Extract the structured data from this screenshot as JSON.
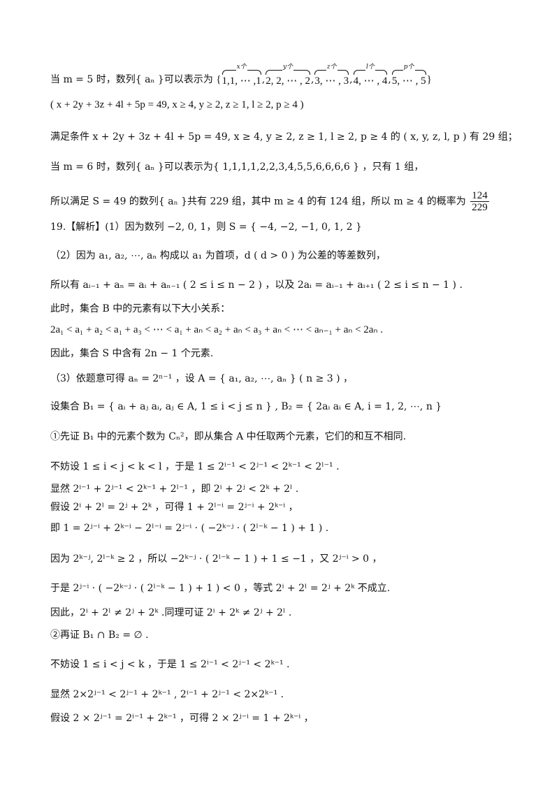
{
  "lines": [
    {
      "id": "l1a",
      "text": "当 m = 5 时，数列{ aₙ }可以表示为"
    },
    {
      "id": "l1b",
      "text": "{"
    },
    {
      "id": "l1c",
      "text": "}"
    },
    {
      "id": "l2",
      "text": "( x + 2y + 3z + 4l + 5p = 49, x ≥ 4, y ≥ 2, z ≥ 1, l ≥ 2, p ≥ 4 )"
    },
    {
      "id": "l3",
      "text": "满足条件 x + 2y + 3z + 4l + 5p = 49, x ≥ 4, y ≥ 2, z ≥ 1, l ≥ 2, p ≥ 4 的 ( x, y, z, l, p ) 有 29 组；"
    },
    {
      "id": "l4",
      "text": "当 m = 6 时，数列{ aₙ }可以表示为{ 1,1,1,1,2,2,3,4,5,5,6,6,6,6 } ，只有 1 组，"
    },
    {
      "id": "l5",
      "text": "所以满足 S = 49 的数列{ aₙ }共有 229 组，其中 m ≥ 4 的有 124 组，所以 m ≥ 4 的概率为"
    },
    {
      "id": "l6",
      "text": "19.【解析】(1）因为数列 −2, 0, 1，则 S = { −4, −2, −1, 0, 1, 2 }"
    },
    {
      "id": "l7",
      "text": "（2）因为 a₁, a₂, ⋯, aₙ 构成以 a₁ 为首项，d ( d > 0 ) 为公差的等差数列，"
    },
    {
      "id": "l8",
      "text": "所以有 aᵢ₋₁ + aₙ = aᵢ + aₙ₋₁ ( 2 ≤ i ≤ n − 2 ) ，以及 2aᵢ = aᵢ₋₁ + aᵢ₊₁ ( 2 ≤ i ≤ n − 1 ) ."
    },
    {
      "id": "l9",
      "text": "此时，集合 B 中的元素有以下大小关系："
    },
    {
      "id": "l10",
      "text": "2a₁ < a₁ + a₂ < a₁ + a₃ < ⋯ < a₁ + aₙ < a₂ + aₙ < a₃ + aₙ < ⋯ < aₙ₋₁ + aₙ < 2aₙ ."
    },
    {
      "id": "l11",
      "text": "因此，集合 S 中含有 2n − 1 个元素."
    },
    {
      "id": "l12",
      "text": "（3）依题意可得 aₙ = 2ⁿ⁻¹ ，设 A = { a₁, a₂, ⋯, aₙ } ( n ≥ 3 ) ，"
    },
    {
      "id": "l13",
      "text": "设集合 B₁ = { aᵢ + aⱼ   aᵢ, aⱼ ∈ A, 1 ≤ i < j ≤ n } , B₂ = { 2aᵢ   aᵢ ∈ A, i = 1, 2, ⋯, n }"
    },
    {
      "id": "l14",
      "text": "①先证 B₁ 中的元素个数为 Cₙ²，即从集合 A 中任取两个元素，它们的和互不相同."
    },
    {
      "id": "l15",
      "text": "不妨设 1 ≤ i < j < k < l ，于是 1 ≤ 2ⁱ⁻¹ < 2ʲ⁻¹ < 2ᵏ⁻¹ < 2ˡ⁻¹ ."
    },
    {
      "id": "l16",
      "text": "显然 2ⁱ⁻¹ + 2ʲ⁻¹ < 2ᵏ⁻¹ + 2ˡ⁻¹ ，即 2ⁱ + 2ʲ < 2ᵏ + 2ˡ ."
    },
    {
      "id": "l17",
      "text": "假设 2ⁱ + 2ˡ = 2ʲ + 2ᵏ ，可得 1 + 2ˡ⁻ⁱ = 2ʲ⁻ⁱ + 2ᵏ⁻ⁱ ，"
    },
    {
      "id": "l18",
      "text": "即 1 = 2ʲ⁻ⁱ + 2ᵏ⁻ⁱ − 2ˡ⁻ⁱ = 2ʲ⁻ⁱ · ( −2ᵏ⁻ʲ · ( 2ˡ⁻ᵏ − 1 ) + 1 ) ."
    },
    {
      "id": "l19",
      "text": "因为 2ᵏ⁻ʲ, 2ˡ⁻ᵏ ≥ 2 ，所以 −2ᵏ⁻ʲ · ( 2ˡ⁻ᵏ − 1 ) + 1 ≤ −1 ，又 2ʲ⁻ⁱ > 0 ，"
    },
    {
      "id": "l20",
      "text": "于是 2ʲ⁻ⁱ · ( −2ᵏ⁻ʲ · ( 2ˡ⁻ᵏ − 1 ) + 1 ) < 0 ，等式 2ⁱ + 2ˡ = 2ʲ + 2ᵏ 不成立."
    },
    {
      "id": "l21",
      "text": "因此，2ⁱ + 2ˡ ≠ 2ʲ + 2ᵏ .同理可证 2ⁱ + 2ᵏ ≠ 2ʲ + 2ˡ ."
    },
    {
      "id": "l22",
      "text": "②再证 B₁ ∩ B₂ = ∅ ."
    },
    {
      "id": "l23",
      "text": "不妨设 1 ≤ i < j < k ，于是 1 ≤ 2ⁱ⁻¹ < 2ʲ⁻¹ < 2ᵏ⁻¹ ."
    },
    {
      "id": "l24",
      "text": "显然 2×2ʲ⁻¹ < 2ʲ⁻¹ + 2ᵏ⁻¹ , 2ⁱ⁻¹ + 2ʲ⁻¹ < 2×2ᵏ⁻¹ ."
    },
    {
      "id": "l25",
      "text": "假设 2 × 2ʲ⁻¹ = 2ⁱ⁻¹ + 2ᵏ⁻¹ ，可得 2 × 2ʲ⁻ⁱ = 1 + 2ᵏ⁻ⁱ ，"
    }
  ],
  "braces": [
    {
      "count": "x个",
      "terms": "1,1, ⋯ ,1"
    },
    {
      "count": "y个",
      "terms": "2, 2, ⋯ , 2"
    },
    {
      "count": "z个",
      "terms": "3, ⋯ , 3"
    },
    {
      "count": "l个",
      "terms": "4, ⋯ , 4"
    },
    {
      "count": "p个",
      "terms": "5, ⋯ , 5"
    }
  ],
  "probability": {
    "numerator": "124",
    "denominator": "229"
  }
}
